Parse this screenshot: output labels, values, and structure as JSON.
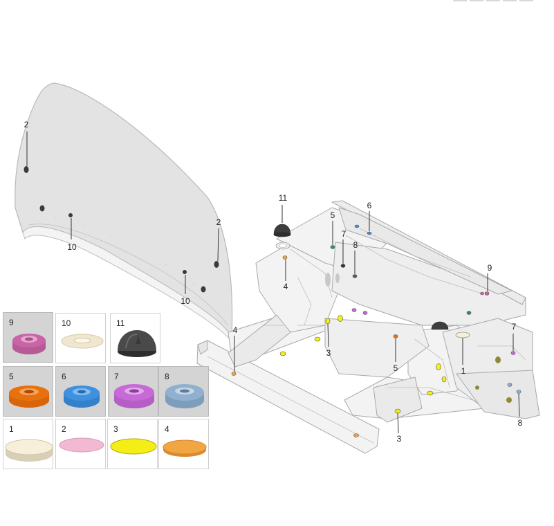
{
  "callouts": {
    "hood_2_left": "2",
    "hood_2_right": "2",
    "hood_10_left": "10",
    "hood_10_right": "10",
    "c11": "11",
    "c6": "6",
    "c5_top": "5",
    "c7_top": "7",
    "c8_top": "8",
    "c9": "9",
    "c4_upper": "4",
    "c4_lower": "4",
    "c3_mid": "3",
    "c3_bottom": "3",
    "c5_lower": "5",
    "c1": "1",
    "c7_right": "7",
    "c8_bottom": "8"
  },
  "legend": [
    {
      "num": "9",
      "icon": "grommet-pink-icon",
      "color": "#c964a6",
      "bg": "gray"
    },
    {
      "num": "10",
      "icon": "flat-washer-cream-icon",
      "color": "#efe7cf",
      "bg": "white"
    },
    {
      "num": "11",
      "icon": "rubber-cap-dark-icon",
      "color": "#4a4a4a",
      "bg": "white"
    },
    {
      "num": "5",
      "icon": "grommet-orange-icon",
      "color": "#e8710f",
      "bg": "gray"
    },
    {
      "num": "6",
      "icon": "grommet-blue-icon",
      "color": "#3f91df",
      "bg": "gray"
    },
    {
      "num": "7",
      "icon": "grommet-violet-icon",
      "color": "#c76ad8",
      "bg": "gray"
    },
    {
      "num": "8",
      "icon": "grommet-steel-blue-icon",
      "color": "#8fb0cf",
      "bg": "gray"
    },
    {
      "num": "1",
      "icon": "plug-cream-icon",
      "color": "#f7efda",
      "bg": "white"
    },
    {
      "num": "2",
      "icon": "plug-pink-icon",
      "color": "#f3b9d3",
      "bg": "white"
    },
    {
      "num": "3",
      "icon": "plug-yellow-icon",
      "color": "#f5ee16",
      "bg": "white"
    },
    {
      "num": "4",
      "icon": "plug-orange-icon",
      "color": "#f2a543",
      "bg": "white"
    }
  ]
}
